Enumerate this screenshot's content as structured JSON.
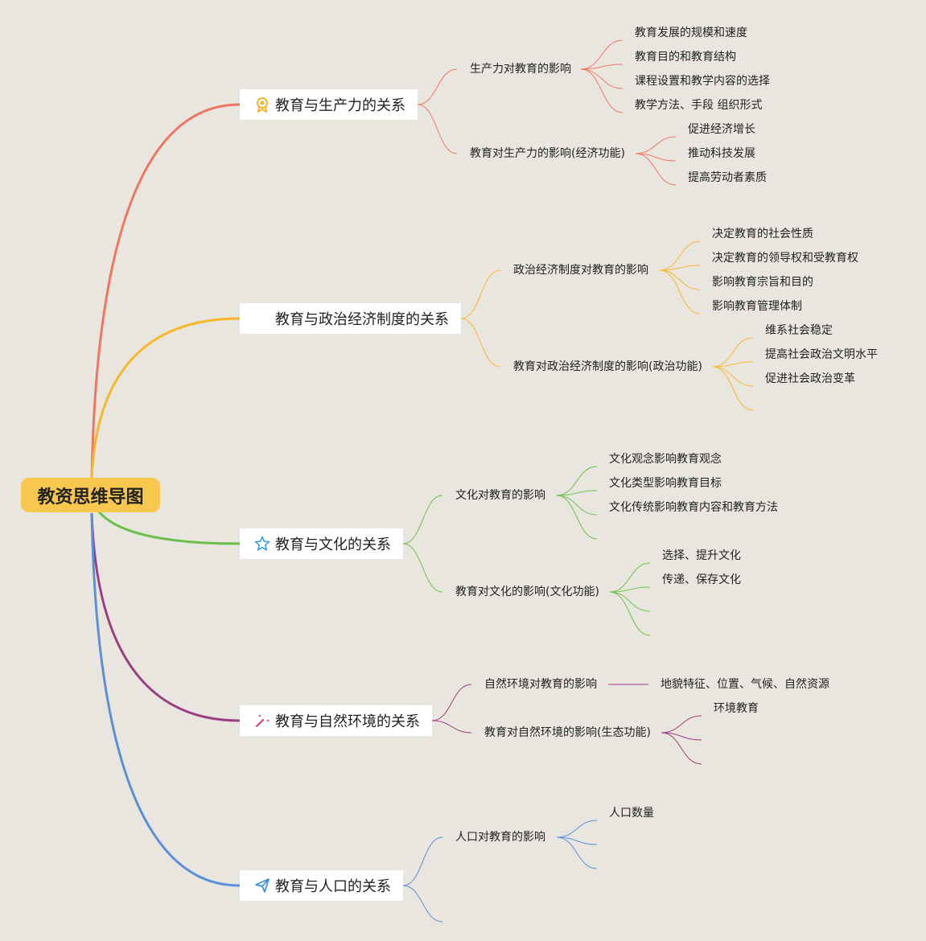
{
  "root": "教资思维导图",
  "branches": [
    {
      "label": "教育与生产力的关系",
      "icon": "award-icon",
      "color": "#f27561",
      "subs": [
        {
          "label": "生产力对教育的影响",
          "leaves": [
            "教育发展的规模和速度",
            "教育目的和教育结构",
            "课程设置和教学内容的选择",
            "教学方法、手段 组织形式"
          ]
        },
        {
          "label": "教育对生产力的影响(经济功能)",
          "leaves": [
            "促进经济增长",
            "推动科技发展",
            "提高劳动者素质"
          ]
        }
      ]
    },
    {
      "label": "教育与政治经济制度的关系",
      "icon": "star-icon",
      "color": "#f9b72a",
      "subs": [
        {
          "label": "政治经济制度对教育的影响",
          "leaves": [
            "决定教育的社会性质",
            "决定教育的领导权和受教育权",
            "影响教育宗旨和目的",
            "影响教育管理体制"
          ]
        },
        {
          "label": "教育对政治经济制度的影响(政治功能)",
          "leaves": [
            "维系社会稳定",
            "提高社会政治文明水平",
            "促进社会政治变革",
            ""
          ]
        }
      ]
    },
    {
      "label": "教育与文化的关系",
      "icon": "star-outline-icon",
      "color": "#6cc04a",
      "subs": [
        {
          "label": "文化对教育的影响",
          "leaves": [
            "文化观念影响教育观念",
            "文化类型影响教育目标",
            "文化传统影响教育内容和教育方法",
            ""
          ]
        },
        {
          "label": "教育对文化的影响(文化功能)",
          "leaves": [
            "选择、提升文化",
            "传递、保存文化",
            "",
            ""
          ]
        }
      ]
    },
    {
      "label": "教育与自然环境的关系",
      "icon": "magic-wand-icon",
      "color": "#9b3f82",
      "subs": [
        {
          "label": "自然环境对教育的影响",
          "leaves": [
            "地貌特征、位置、气候、自然资源"
          ]
        },
        {
          "label": "教育对自然环境的影响(生态功能)",
          "leaves": [
            "环境教育",
            "",
            ""
          ]
        }
      ]
    },
    {
      "label": "教育与人口的关系",
      "icon": "send-icon",
      "color": "#5b8fd9",
      "subs": [
        {
          "label": "人口对教育的影响",
          "leaves": [
            "人口数量",
            "",
            ""
          ]
        },
        {
          "label": "",
          "leaves": []
        }
      ]
    }
  ]
}
